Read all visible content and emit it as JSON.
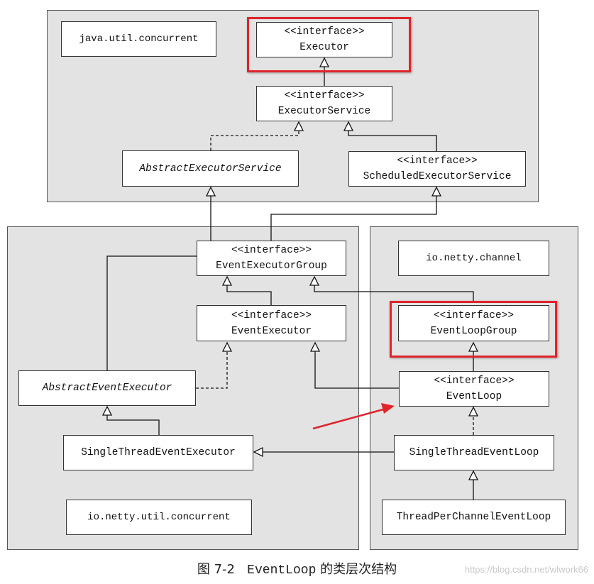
{
  "packages": {
    "java_util_concurrent": "java.util.concurrent",
    "io_netty_channel": "io.netty.channel",
    "io_netty_util_concurrent": "io.netty.util.concurrent"
  },
  "classes": {
    "executor": {
      "stereotype": "<<interface>>",
      "name": "Executor"
    },
    "executor_service": {
      "stereotype": "<<interface>>",
      "name": "ExecutorService"
    },
    "abstract_executor_service": {
      "name": "AbstractExecutorService"
    },
    "scheduled_executor_service": {
      "stereotype": "<<interface>>",
      "name": "ScheduledExecutorService"
    },
    "event_executor_group": {
      "stereotype": "<<interface>>",
      "name": "EventExecutorGroup"
    },
    "event_executor": {
      "stereotype": "<<interface>>",
      "name": "EventExecutor"
    },
    "abstract_event_executor": {
      "name": "AbstractEventExecutor"
    },
    "single_thread_event_executor": {
      "name": "SingleThreadEventExecutor"
    },
    "event_loop_group": {
      "stereotype": "<<interface>>",
      "name": "EventLoopGroup"
    },
    "event_loop": {
      "stereotype": "<<interface>>",
      "name": "EventLoop"
    },
    "single_thread_event_loop": {
      "name": "SingleThreadEventLoop"
    },
    "thread_per_channel_event_loop": {
      "name": "ThreadPerChannelEventLoop"
    }
  },
  "caption": {
    "figure": "图 7-2",
    "code": "EventLoop",
    "text": "的类层次结构"
  },
  "watermark": "https://blog.csdn.net/wlwork66",
  "colors": {
    "panel": "#e3e3e3",
    "highlight": "#e0242b",
    "arrow": "#e0242b"
  }
}
